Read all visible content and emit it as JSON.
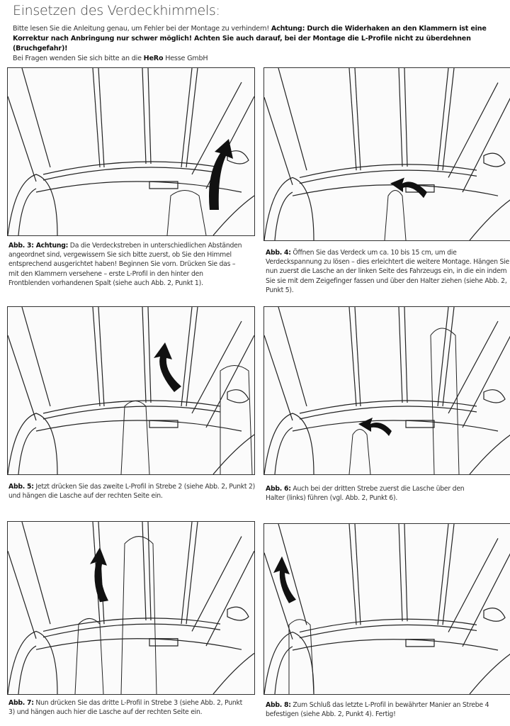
{
  "title": "Einsetzen des Verdeckhimmels:",
  "intro": {
    "text1": "Bitte lesen Sie die Anleitung genau, um Fehler bei der Montage zu verhindern! ",
    "bold1": "Achtung: Durch die Widerhaken an den Klammern ist eine Korrektur nach Anbringung nur schwer möglich! Achten Sie auch darauf, bei der Montage die L-Profile nicht zu überdehnen (Bruchgefahr)!",
    "text2": "Bei Fragen wenden Sie sich bitte an die ",
    "brand": "HeRo",
    "text3": " Hesse GmbH"
  },
  "figures": [
    {
      "label": "Abb. 3:",
      "lead": " Achtung:",
      "text": " Da die Verdeckstreben in unterschiedlichen Abständen angeordnet sind, vergewissern Sie sich bitte zuerst, ob Sie den Himmel entsprechend ausgerichtet haben! Beginnen Sie vorn. Drücken Sie das – mit den Klammern versehene – erste L-Profil in den hinter den Frontblenden vorhandenen Spalt (siehe auch Abb. 2, Punkt 1)."
    },
    {
      "label": "Abb. 4:",
      "lead": "",
      "text": " Öffnen Sie das Verdeck um ca. 10 bis 15 cm, um die Verdeckspannung zu lösen – dies erleichtert die weitere Montage. Hängen Sie nun zuerst die Lasche an der linken Seite des Fahrzeugs ein, in die ein indem Sie sie mit dem Zeigefinger fassen und über den Halter ziehen (siehe Abb. 2, Punkt 5)."
    },
    {
      "label": "Abb. 5:",
      "lead": "",
      "text": " Jetzt drücken Sie das zweite L-Profil in Strebe 2 (siehe Abb. 2, Punkt 2) und hängen die Lasche auf der rechten Seite ein."
    },
    {
      "label": "Abb. 6:",
      "lead": "",
      "text": " Auch bei der dritten Strebe zuerst die Lasche über den Halter (links) führen (vgl. Abb. 2, Punkt 6)."
    },
    {
      "label": "Abb. 7:",
      "lead": "",
      "text": " Nun drücken Sie das dritte L-Profil in Strebe 3 (siehe Abb. 2, Punkt 3) und hängen auch hier die Lasche auf der rechten Seite ein."
    },
    {
      "label": "Abb. 8:",
      "lead": "",
      "text": " Zum Schluß das letzte L-Profil in bewährter Manier an Strebe 4 befestigen (siehe Abb. 2, Punkt 4). Fertig!"
    }
  ]
}
